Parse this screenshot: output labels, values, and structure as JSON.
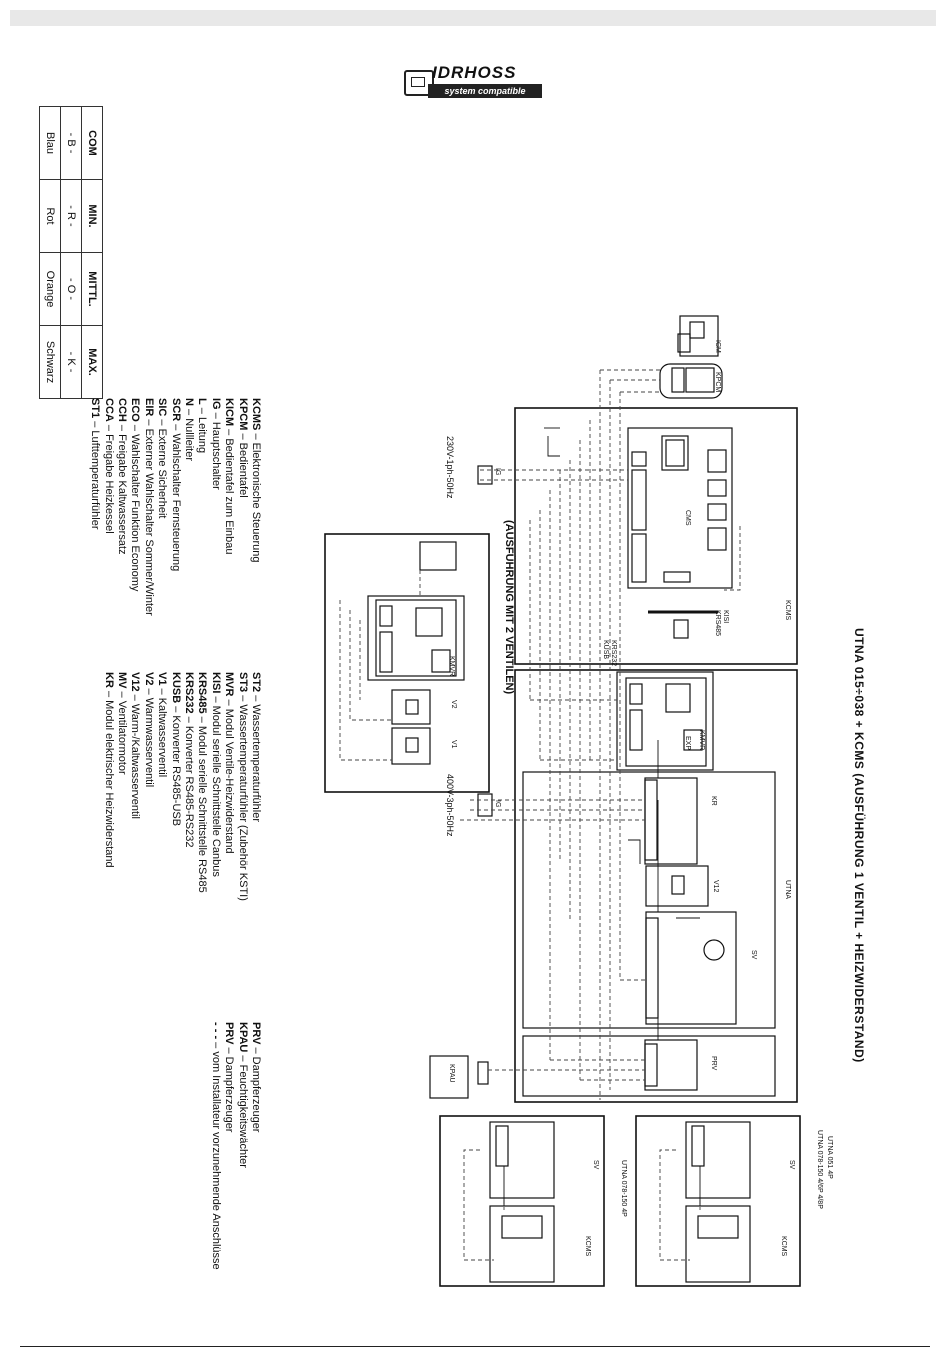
{
  "logo": {
    "brand": "IDRHOSS",
    "tagline": "system compatible"
  },
  "color_table": {
    "headers": [
      "COM",
      "MIN.",
      "MITTL.",
      "MAX."
    ],
    "codes": [
      "- B -",
      "- R -",
      "- O -",
      "- K -"
    ],
    "colors": [
      "Blau",
      "Rot",
      "Orange",
      "Schwarz"
    ]
  },
  "legend_col1": [
    {
      "abbr": "KCMS",
      "desc": "Elektronische Steuerung"
    },
    {
      "abbr": "KPCM",
      "desc": "Bedientafel"
    },
    {
      "abbr": "KICM",
      "desc": "Bedientafel zum Einbau"
    },
    {
      "abbr": "IG",
      "desc": "Hauptschalter"
    },
    {
      "abbr": "L",
      "desc": "Leitung"
    },
    {
      "abbr": "N",
      "desc": "Nullleiter"
    },
    {
      "abbr": "SCR",
      "desc": "Wahlschalter Fernsteuerung"
    },
    {
      "abbr": "SIC",
      "desc": "Externe Sicherheit"
    },
    {
      "abbr": "EIR",
      "desc": "Externer Wahlschalter Sommer/Winter"
    },
    {
      "abbr": "ECO",
      "desc": "Wahlschalter Funktion Economy"
    },
    {
      "abbr": "CCH",
      "desc": "Freigabe Kaltwassersatz"
    },
    {
      "abbr": "CCA",
      "desc": "Freigabe Heizkessel"
    },
    {
      "abbr": "ST1",
      "desc": "Lufttemperaturfühler"
    }
  ],
  "legend_col2": [
    {
      "abbr": "ST2",
      "desc": "Wassertemperaturfühler"
    },
    {
      "abbr": "ST3",
      "desc": "Wassertemperaturfühler (Zubehör KSTI)"
    },
    {
      "abbr": "MVR",
      "desc": "Modul Ventile-Heizwiderstand"
    },
    {
      "abbr": "KISI",
      "desc": "Modul serielle Schnittstelle Canbus"
    },
    {
      "abbr": "KRS485",
      "desc": "Modul serielle Schnittstelle RS485"
    },
    {
      "abbr": "KRS232",
      "desc": "Konverter RS485-RS232"
    },
    {
      "abbr": "KUSB",
      "desc": "Konverter RS485-USB"
    },
    {
      "abbr": "V1",
      "desc": "Kaltwasserventil"
    },
    {
      "abbr": "V2",
      "desc": "Warmwasserventil"
    },
    {
      "abbr": "V12",
      "desc": "Warm-/Kaltwasserventil"
    },
    {
      "abbr": "MV",
      "desc": "Ventilatormotor"
    },
    {
      "abbr": "KR",
      "desc": "Modul elektrischer Heizwiderstand"
    }
  ],
  "legend_col3": [
    {
      "abbr": "PRV",
      "desc": "Dampferzeuger"
    },
    {
      "abbr": "KPAU",
      "desc": "Feuchtigkeitswächter"
    },
    {
      "abbr": "PRV",
      "desc": "Dampferzeuger"
    },
    {
      "abbr": "- - -",
      "desc": "vom Installateur vorzunehmende Anschlüsse"
    }
  ],
  "diagram": {
    "title": "UTNA 015÷038 + KCMS (AUSFÜHRUNG 1 VENTIL + HEIZWIDERSTAND)",
    "variant_title": "(AUSFÜHRUNG MIT 2 VENTILEN)",
    "supply_1": "230V-1ph-50Hz",
    "supply_3": "400V-3ph-50Hz",
    "labels": {
      "icm": "ICM",
      "kpcm": "KPCM",
      "kcms": "KCMS",
      "cms": "CMS",
      "kisi": "KISI",
      "krs485": "KRS485",
      "krs232": "KRS232",
      "kusb": "KUSB",
      "kmvr": "KMVR",
      "v1": "V1",
      "v2": "V2",
      "utna": "UTNA",
      "kr": "KR",
      "v12": "V12",
      "sv": "SV",
      "prv": "PRV",
      "kpau": "KPAU",
      "ig": "IG",
      "utna_051": "UTNA 051 4P",
      "utna_078_46": "UTNA 078-150 4/6P 4/8P",
      "utna_078_4": "UTNA 078-150 4P",
      "exp": "EXP"
    }
  },
  "colors": {
    "line": "#111111",
    "dash": "#444444",
    "band": "#e8e8e8"
  }
}
